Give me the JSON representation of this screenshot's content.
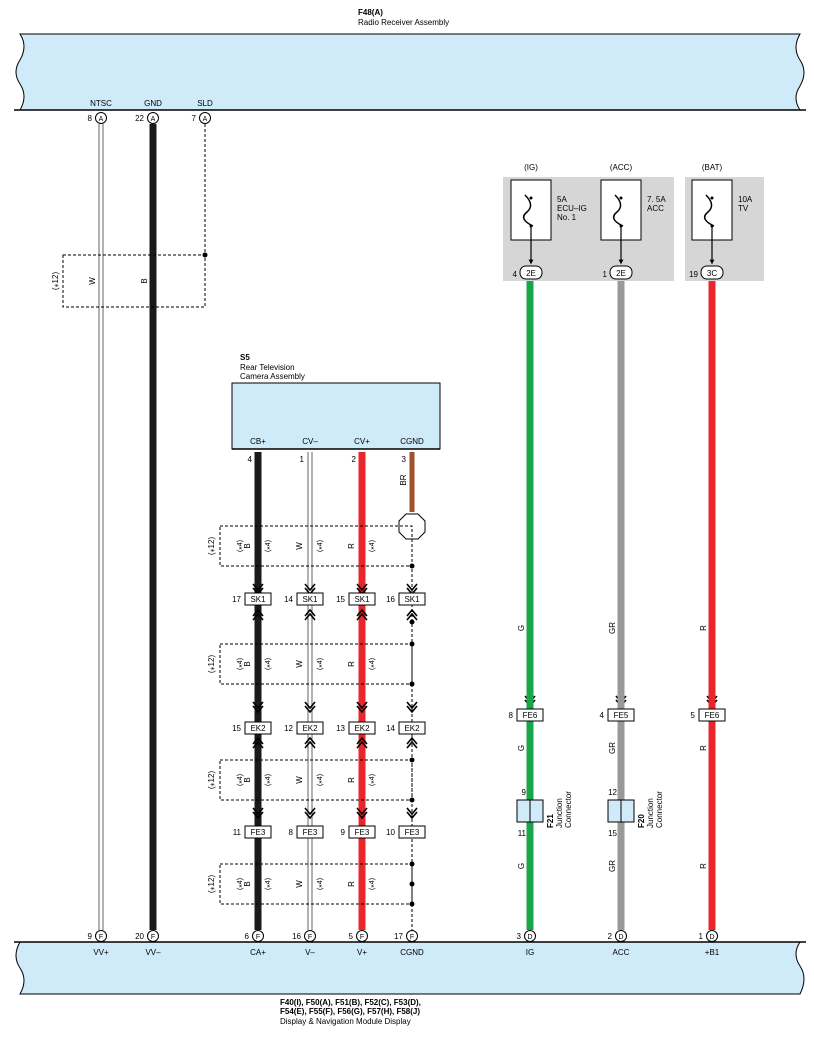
{
  "top_assembly": {
    "code": "F48(A)",
    "name": "Radio Receiver Assembly"
  },
  "camera": {
    "code": "S5",
    "name1": "Rear Television",
    "name2": "Camera Assembly"
  },
  "bottom_assembly": {
    "codes1": "F40(I), F50(A), F51(B), F52(C), F53(D),",
    "codes2": "F54(E), F55(F), F56(G), F57(H), F58(J)",
    "name": "Display & Navigation Module Display"
  },
  "radio_pins": [
    {
      "label": "NTSC",
      "num": "8",
      "conn": "A"
    },
    {
      "label": "GND",
      "num": "22",
      "conn": "A"
    },
    {
      "label": "SLD",
      "num": "7",
      "conn": "A"
    }
  ],
  "camera_pins": [
    {
      "label": "CB+",
      "num": "4"
    },
    {
      "label": "CV–",
      "num": "1"
    },
    {
      "label": "CV+",
      "num": "2"
    },
    {
      "label": "CGND",
      "num": "3"
    }
  ],
  "bottom_pins": [
    {
      "num": "9",
      "conn": "F",
      "label": "VV+"
    },
    {
      "num": "20",
      "conn": "F",
      "label": "VV–"
    },
    {
      "num": "6",
      "conn": "F",
      "label": "CA+"
    },
    {
      "num": "16",
      "conn": "F",
      "label": "V–"
    },
    {
      "num": "5",
      "conn": "F",
      "label": "V+"
    },
    {
      "num": "17",
      "conn": "F",
      "label": "CGND"
    },
    {
      "num": "3",
      "conn": "D",
      "label": "IG"
    },
    {
      "num": "2",
      "conn": "D",
      "label": "ACC"
    },
    {
      "num": "1",
      "conn": "D",
      "label": "+B1"
    }
  ],
  "fuses": [
    {
      "type": "(IG)",
      "line1": "5A",
      "line2": "ECU–IG",
      "line3": "No. 1",
      "num": "4",
      "conn": "2E"
    },
    {
      "type": "(ACC)",
      "line1": "7. 5A",
      "line2": "ACC",
      "line3": "",
      "num": "1",
      "conn": "2E"
    },
    {
      "type": "(BAT)",
      "line1": "10A",
      "line2": "TV",
      "line3": "",
      "num": "19",
      "conn": "3C"
    }
  ],
  "shield_note": "(⁎12)",
  "inner_note": "(⁎4)",
  "wire_colors": {
    "ntsc": "W",
    "gnd": "B",
    "cb": "B",
    "cvm": "W",
    "cvp": "R",
    "cgnd": "BR",
    "ig": "G",
    "acc": "GR",
    "bat": "R"
  },
  "connectors": {
    "sk1": [
      {
        "num": "17",
        "name": "SK1"
      },
      {
        "num": "14",
        "name": "SK1"
      },
      {
        "num": "15",
        "name": "SK1"
      },
      {
        "num": "16",
        "name": "SK1"
      }
    ],
    "ek2": [
      {
        "num": "15",
        "name": "EK2"
      },
      {
        "num": "12",
        "name": "EK2"
      },
      {
        "num": "13",
        "name": "EK2"
      },
      {
        "num": "14",
        "name": "EK2"
      }
    ],
    "fe3": [
      {
        "num": "11",
        "name": "FE3"
      },
      {
        "num": "8",
        "name": "FE3"
      },
      {
        "num": "9",
        "name": "FE3"
      },
      {
        "num": "10",
        "name": "FE3"
      }
    ],
    "fe_right": [
      {
        "num": "8",
        "name": "FE6"
      },
      {
        "num": "4",
        "name": "FE5"
      },
      {
        "num": "5",
        "name": "FE6"
      }
    ]
  },
  "junctions": [
    {
      "code": "F21",
      "name1": "Junction",
      "name2": "Connector",
      "pin_top": "9",
      "pin_bottom": "11"
    },
    {
      "code": "F20",
      "name1": "Junction",
      "name2": "Connector",
      "pin_top": "12",
      "pin_bottom": "15"
    }
  ],
  "colors": {
    "panel": "#cfeaf8",
    "green": "#18a64b",
    "gray": "#999999",
    "red": "#e8262c",
    "brown": "#a0522d",
    "black": "#1a1a1a",
    "fuse_bg": "#d6d6d6"
  }
}
